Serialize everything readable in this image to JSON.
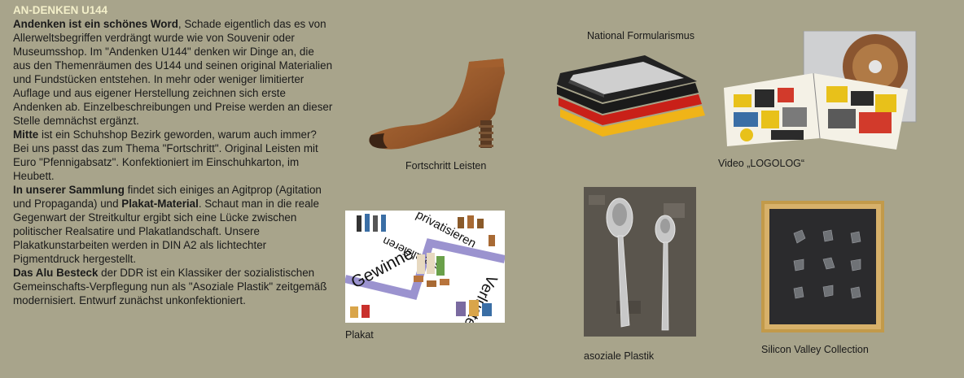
{
  "title": "AN-DENKEN U144",
  "paragraphs": [
    {
      "bold": "Andenken ist ein schönes Word",
      "rest": ", Schade eigentlich das es von Allerweltsbegriffen verdrängt wurde wie von Souvenir oder Museumsshop. Im \"Andenken U144\" denken wir Dinge an, die aus den Themenräumen des U144 und seinen original Materialien und Fundstücken entstehen. In mehr oder weniger limitierter Auflage und aus eigener Herstellung zeichnen sich erste Andenken ab. Einzelbeschreibungen und Preise werden an dieser Stelle demnächst ergänzt."
    },
    {
      "bold": "Mitte",
      "rest": " ist ein Schuhshop Bezirk geworden, warum auch immer? Bei uns passt das zum Thema \"Fortschritt\". Original Leisten mit Euro \"Pfennigabsatz\". Konfektioniert im Einschuhkarton, im Heubett."
    },
    {
      "bold": "In unserer Sammlung",
      "rest": " findet sich einiges an Agitprop (Agitation und Propaganda) und ",
      "bold2": "Plakat-Material",
      "rest2": ". Schaut man in die reale Gegenwart der Streitkultur ergibt sich eine Lücke zwischen politischer Realsatire und Plakatlandschaft. Unsere Plakatkunstarbeiten werden in DIN A2 als lichtechter Pigmentdruck hergestellt."
    },
    {
      "bold": "Das Alu Besteck",
      "rest": " der DDR ist ein Klassiker der sozialistischen Gemeinschafts-Verpflegung nun als \"Asoziale Plastik\" zeitgemäß modernisiert. Entwurf zunächst unkonfektioniert."
    }
  ],
  "captions": {
    "shoe": "Fortschritt Leisten",
    "trays": "National Formularismus",
    "video": "Video „LOGOLOG“",
    "poster": "Plakat",
    "spoons": "asoziale Plastik",
    "silicon": "Silicon Valley Collection"
  },
  "poster_words": {
    "w1": "Gewinne",
    "w2": "privatisieren",
    "w3": "Verluste",
    "w4": "sozialisieren"
  }
}
